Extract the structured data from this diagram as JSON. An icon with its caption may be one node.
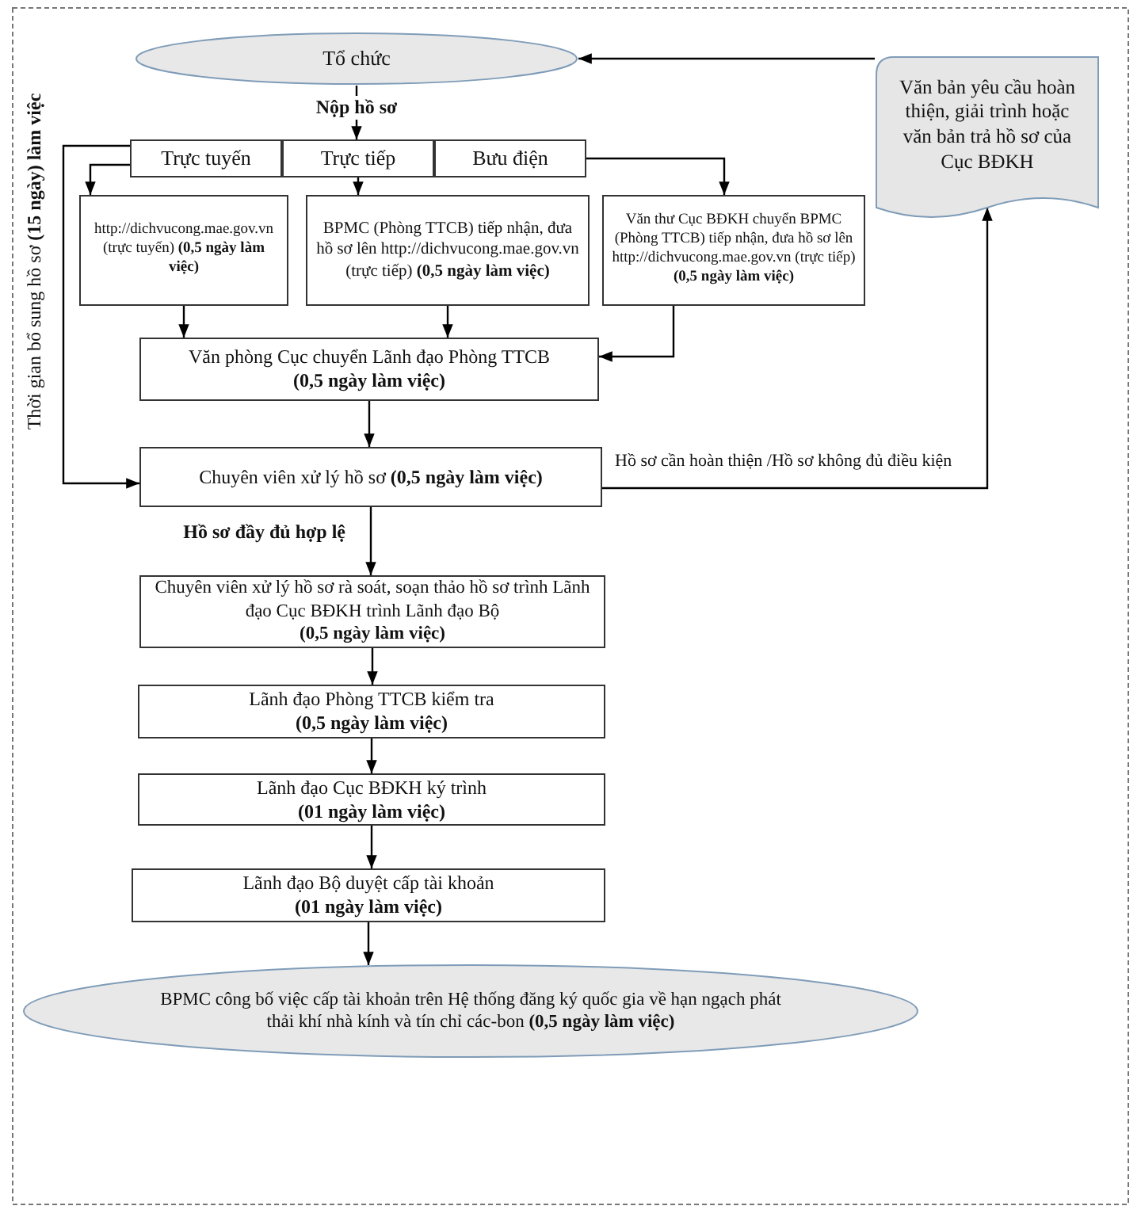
{
  "diagram": {
    "nodes": [
      {
        "text": [
          "Tổ chức"
        ]
      },
      {
        "text": [
          "Trực tuyến"
        ]
      },
      {
        "text": [
          "Trực tiếp"
        ]
      },
      {
        "text": [
          "Bưu điện"
        ]
      },
      {
        "text": [
          "http://dichvucong.mae.gov.vn (trực tuyến) **(0,5 ngày làm việc)**"
        ]
      },
      {
        "text": [
          "BPMC (Phòng TTCB) tiếp nhận, đưa hồ sơ lên http://dichvucong.mae.gov.vn (trực tiếp) **(0,5 ngày làm việc)**"
        ]
      },
      {
        "text": [
          "Văn thư Cục BĐKH chuyển BPMC (Phòng TTCB) tiếp nhận, đưa hồ sơ lên http://dichvucong.mae.gov.vn (trực tiếp)",
          "(0,5 ngày làm việc)"
        ]
      },
      {
        "text": [
          "Văn phòng Cục chuyển Lãnh đạo Phòng TTCB",
          "(0,5 ngày làm việc)"
        ]
      },
      {
        "text": [
          "Chuyên viên xử lý hồ sơ **(0,5 ngày làm việc)**"
        ]
      },
      {
        "text": [
          "Chuyên viên xử lý hồ sơ rà soát, soạn thảo hồ sơ trình Lãnh đạo Cục BĐKH trình Lãnh đạo Bộ",
          "(0,5 ngày làm việc)"
        ]
      },
      {
        "text": [
          "Lãnh đạo Phòng TTCB kiểm tra",
          "(0,5 ngày làm việc)"
        ]
      },
      {
        "text": [
          "Lãnh đạo Cục BĐKH ký trình",
          "(01 ngày làm việc)"
        ]
      },
      {
        "text": [
          "Lãnh đạo Bộ duyệt cấp tài khoản",
          "(01 ngày làm việc)"
        ]
      },
      {
        "text": [
          "BPMC công bố việc cấp tài khoản trên Hệ thống đăng ký quốc gia về hạn ngạch phát thải khí nhà kính và tín chỉ các-bon **(0,5 ngày làm việc)**"
        ]
      },
      {
        "text": [
          "Văn bản yêu cầu hoàn thiện, giải trình hoặc văn bản trả hồ sơ của Cục BĐKH"
        ]
      }
    ],
    "edges": [
      {
        "from": 0,
        "to": 2,
        "arrow": "to",
        "label": "Nộp hồ sơ"
      },
      {
        "from": 1,
        "to": 4,
        "arrow": "to"
      },
      {
        "from": 2,
        "to": 5,
        "arrow": "to"
      },
      {
        "from": 3,
        "to": 6,
        "arrow": "to"
      },
      {
        "from": 4,
        "to": 7,
        "arrow": "to"
      },
      {
        "from": 5,
        "to": 7,
        "arrow": "to"
      },
      {
        "from": 6,
        "to": 7,
        "arrow": "to"
      },
      {
        "from": 7,
        "to": 8,
        "arrow": "to"
      },
      {
        "from": 8,
        "to": 9,
        "arrow": "to",
        "label": "Hồ sơ đầy đủ hợp lệ"
      },
      {
        "from": 9,
        "to": 10,
        "arrow": "to"
      },
      {
        "from": 10,
        "to": 11,
        "arrow": "to"
      },
      {
        "from": 11,
        "to": 12,
        "arrow": "to"
      },
      {
        "from": 12,
        "to": 13,
        "arrow": "to"
      },
      {
        "from": 8,
        "to": 14,
        "arrow": "to",
        "label": "Hồ sơ cần hoàn thiện /Hồ sơ không đủ điều kiện"
      },
      {
        "from": 14,
        "to": 0,
        "arrow": "to"
      },
      {
        "from": 1,
        "to": 8,
        "arrow": "to"
      }
    ],
    "labels": [
      "Thời gian bổ sung hồ sơ **(15 ngày) làm việc**"
    ]
  }
}
